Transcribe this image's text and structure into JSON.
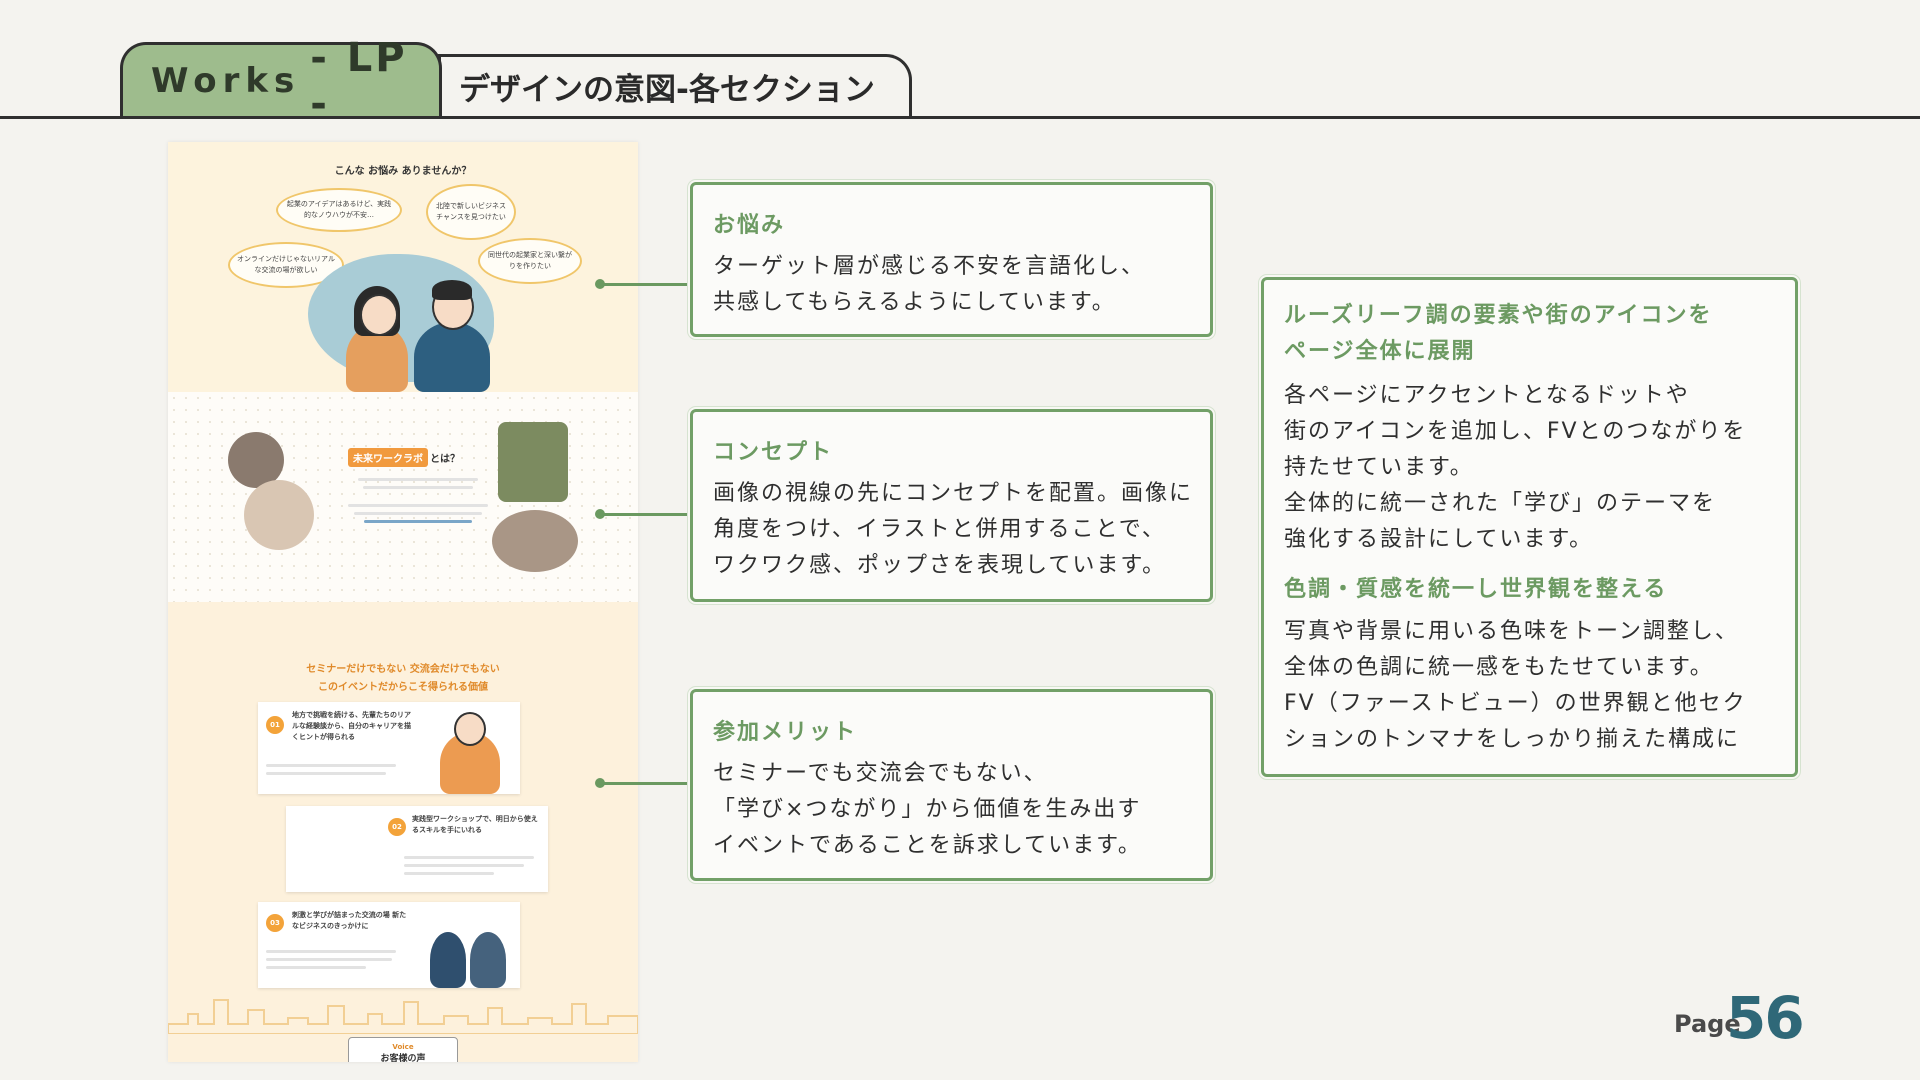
{
  "header": {
    "tab_works": "Works",
    "tab_lp": "- LP -",
    "subtitle": "デザインの意図-各セクション"
  },
  "lp": {
    "worry_heading": "こんな お悩み ありませんか？",
    "bubbles": [
      "起業のアイデアはあるけど、実践的なノウハウが不安…",
      "北陸で新しいビジネスチャンスを見つけたい",
      "オンラインだけじゃないリアルな交流の場が欲しい",
      "同世代の起業家と深い繋がりを作りたい"
    ],
    "concept_badge": "未来ワークラボ",
    "concept_suffix": "とは？",
    "value_heading_1": "セミナーだけでもない 交流会だけでもない",
    "value_heading_2": "このイベントだからこそ得られる価値",
    "cards": [
      {
        "num": "01",
        "title": "地方で挑戦を続ける、先輩たちのリアルな経験談から、自分のキャリアを描くヒントが得られる"
      },
      {
        "num": "02",
        "title": "実践型ワークショップで、明日から使えるスキルを手にいれる"
      },
      {
        "num": "03",
        "title": "刺激と学びが詰まった交流の場 新たなビジネスのきっかけに"
      }
    ],
    "voice_en": "Voice",
    "voice_jp": "お客様の声"
  },
  "boxes": {
    "worry": {
      "title": "お悩み",
      "lines": [
        "ターゲット層が感じる不安を言語化し、",
        "共感してもらえるようにしています。"
      ]
    },
    "concept": {
      "title": "コンセプト",
      "lines": [
        "画像の視線の先にコンセプトを配置。画像に",
        "角度をつけ、イラストと併用することで、",
        "ワクワク感、ポップさを表現しています。"
      ]
    },
    "merit": {
      "title": "参加メリット",
      "lines": [
        "セミナーでも交流会でもない、",
        "「学び×つながり」から価値を生み出す",
        "イベントであることを訴求しています。"
      ]
    },
    "right": {
      "title1_lines": [
        "ルーズリーフ調の要素や街のアイコンを",
        "ページ全体に展開"
      ],
      "body1_lines": [
        "各ページにアクセントとなるドットや",
        "街のアイコンを追加し、FVとのつながりを",
        "持たせています。",
        "全体的に統一された「学び」のテーマを",
        "強化する設計にしています。"
      ],
      "title2": "色調・質感を統一し世界観を整える",
      "body2_lines": [
        "写真や背景に用いる色味をトーン調整し、",
        "全体の色調に統一感をもたせています。",
        "FV（ファーストビュー）の世界観と他セク",
        "ションのトンマナをしっかり揃えた構成に"
      ]
    }
  },
  "page": {
    "label": "Page",
    "number": "56"
  },
  "colors": {
    "accent_green": "#6c9a62",
    "tab_green": "#9ebc8d",
    "page_number_teal": "#2f6878",
    "lp_orange": "#f19a3e"
  }
}
